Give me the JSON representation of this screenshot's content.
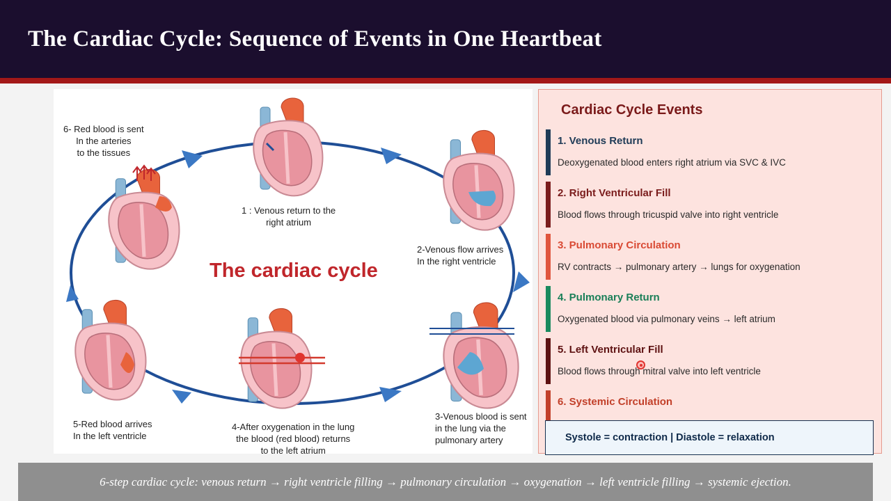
{
  "slide": {
    "title": "The Cardiac Cycle: Sequence of Events in One Heartbeat"
  },
  "diagram": {
    "title": "The cardiac cycle",
    "steps": [
      {
        "line1": "1 : Venous return to the",
        "line2": "right atrium",
        "line3": ""
      },
      {
        "line1": "2-Venous flow arrives",
        "line2": "In the right ventricle",
        "line3": ""
      },
      {
        "line1": "3-Venous blood is sent",
        "line2": "in the lung via the",
        "line3": "pulmonary artery"
      },
      {
        "line1": "4-After oxygenation in the lung",
        "line2": "the blood (red blood) returns",
        "line3": "to the left atrium"
      },
      {
        "line1": "5-Red blood arrives",
        "line2": "In the left ventricle",
        "line3": ""
      },
      {
        "line1": "6- Red blood is sent",
        "line2": "In the arteries",
        "line3": "to the tissues"
      }
    ]
  },
  "events_panel": {
    "title": "Cardiac Cycle Events",
    "events": [
      {
        "title": "1. Venous Return",
        "description": "Deoxygenated blood enters right atrium via SVC & IVC",
        "color": "#1f3b57"
      },
      {
        "title": "2. Right Ventricular Fill",
        "description": "Blood flows through tricuspid valve into right ventricle",
        "color": "#7a1c1c"
      },
      {
        "title": "3. Pulmonary Circulation",
        "description": "RV contracts → pulmonary artery → lungs for oxygenation",
        "color": "#e0553d"
      },
      {
        "title": "4. Pulmonary Return",
        "description": "Oxygenated blood via pulmonary veins → left atrium",
        "color": "#1a8a5e"
      },
      {
        "title": "5. Left Ventricular Fill",
        "description": "Blood flows through mitral valve into left ventricle",
        "color": "#5e1212"
      },
      {
        "title": "6. Systemic Circulation",
        "description": "",
        "color": "#c2402a"
      }
    ],
    "summary": "Systole = contraction  |  Diastole = relaxation"
  },
  "subtitle": "6-step cardiac cycle: venous return → right ventricle filling → pulmonary circulation → oxygenation → left ventricle filling → systemic ejection."
}
